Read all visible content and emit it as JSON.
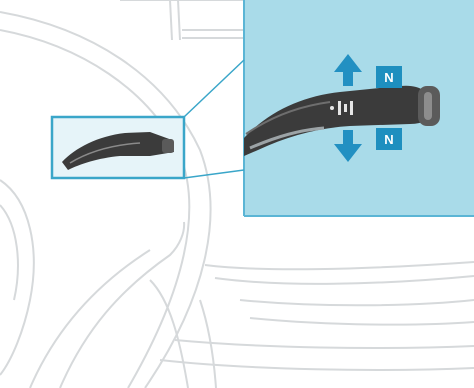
{
  "colors": {
    "background": "#ffffff",
    "line_art": "#d6d9db",
    "highlight_frame": "#3aa6c9",
    "zoom_panel": "#a9dbe9",
    "callout_box": "#1e8fbf",
    "arrow": "#2290c2",
    "lever": "#3b3b3b"
  },
  "callouts": [
    {
      "letter": "N",
      "direction": "up"
    },
    {
      "letter": "N",
      "direction": "down"
    }
  ]
}
